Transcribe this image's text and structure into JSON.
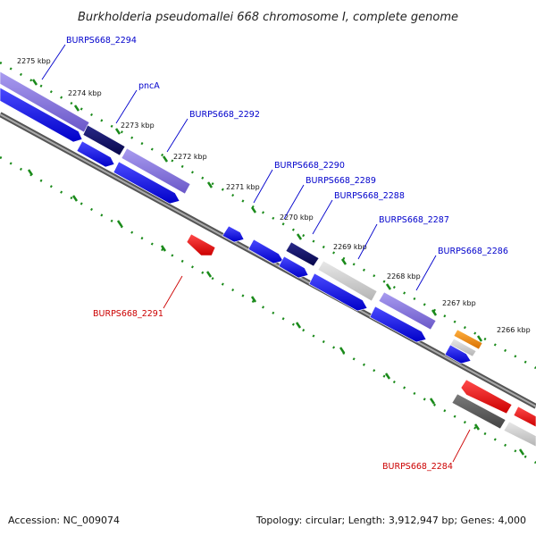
{
  "title": "Burkholderia pseudomallei 668 chromosome I, complete genome",
  "footer": {
    "accession": "Accession: NC_009074",
    "topology": "Topology: circular; Length: 3,912,947 bp; Genes: 4,000"
  },
  "ticks": [
    "2275 kbp",
    "2274 kbp",
    "2273 kbp",
    "2272 kbp",
    "2271 kbp",
    "2270 kbp",
    "2269 kbp",
    "2268 kbp",
    "2267 kbp",
    "2266 kbp"
  ],
  "gene_labels": [
    {
      "text": "BURPS668_2294",
      "strand": "forward"
    },
    {
      "text": "pncA",
      "strand": "forward"
    },
    {
      "text": "BURPS668_2292",
      "strand": "forward"
    },
    {
      "text": "BURPS668_2290",
      "strand": "forward"
    },
    {
      "text": "BURPS668_2289",
      "strand": "forward"
    },
    {
      "text": "BURPS668_2288",
      "strand": "forward"
    },
    {
      "text": "BURPS668_2287",
      "strand": "forward"
    },
    {
      "text": "BURPS668_2286",
      "strand": "forward"
    },
    {
      "text": "BURPS668_2291",
      "strand": "reverse"
    },
    {
      "text": "BURPS668_2284",
      "strand": "reverse"
    }
  ],
  "colors": {
    "forward_label": "#0000cc",
    "reverse_label": "#cc0000",
    "forward_cds": "#0000ee",
    "reverse_cds": "#ee0000",
    "feature_purple": "#7b68d6",
    "feature_navy": "#0a0a6e",
    "feature_lightgray": "#c8c8c8",
    "feature_darkgray": "#5a5a5a",
    "feature_orange": "#f08a00",
    "tick_green": "#1a8a1a",
    "backbone": "#888888"
  }
}
